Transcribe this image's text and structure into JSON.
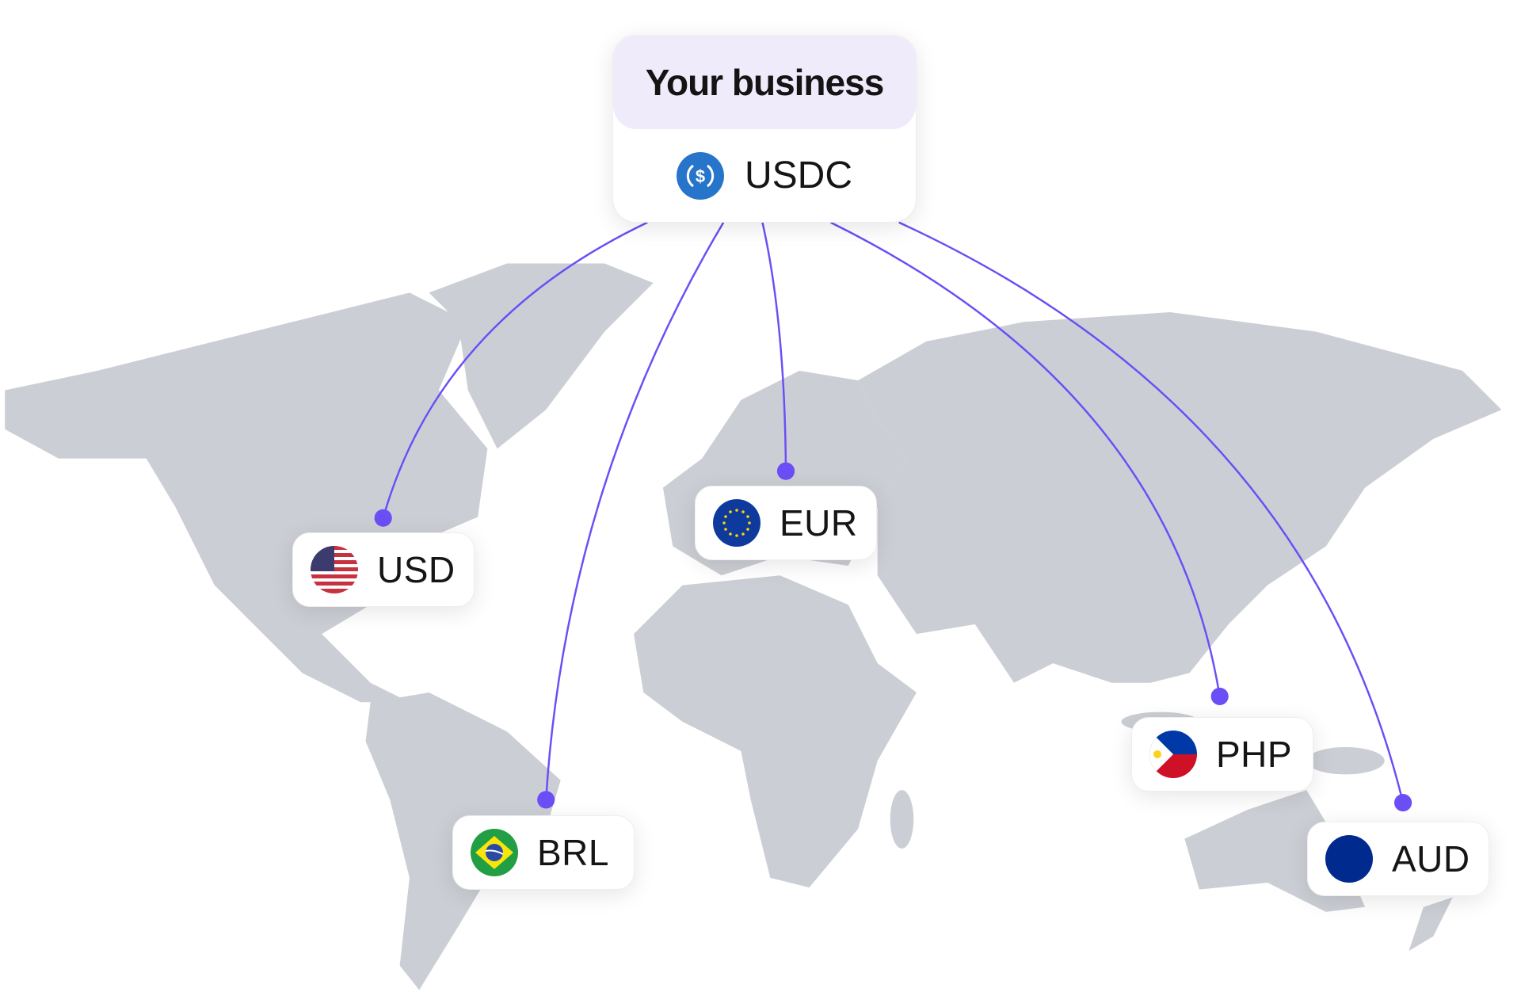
{
  "business_card": {
    "title": "Your business",
    "currency": "USDC",
    "icon": "usdc-coin-icon"
  },
  "currencies": [
    {
      "code": "USD",
      "flag": "us-flag-icon"
    },
    {
      "code": "EUR",
      "flag": "eu-flag-icon"
    },
    {
      "code": "BRL",
      "flag": "brazil-flag-icon"
    },
    {
      "code": "PHP",
      "flag": "philippines-flag-icon"
    },
    {
      "code": "AUD",
      "flag": "australia-flag-icon"
    }
  ],
  "colors": {
    "map": "#cbced4",
    "connector": "#6b4ef6",
    "header_bg": "#f0ebfa",
    "usdc": "#2775ca"
  }
}
